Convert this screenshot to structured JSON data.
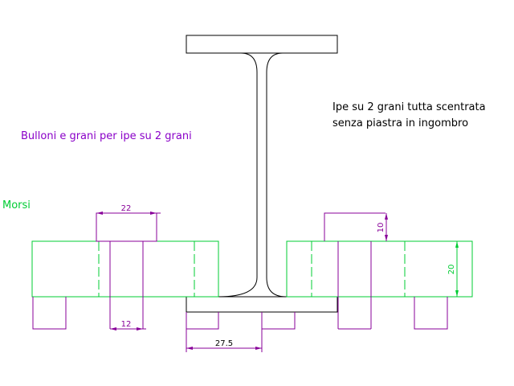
{
  "notes": {
    "title_left": "Bulloni e grani per ipe su 2 grani",
    "morsi_label": "Morsi",
    "description_line1": "Ipe su 2 grani tutta scentrata",
    "description_line2": "senza piastra in ingombro"
  },
  "dimensions": {
    "width_22": "22",
    "width_12": "12",
    "offset_27_5": "27.5",
    "height_10": "10",
    "height_20": "20"
  },
  "colors": {
    "outline": "#000000",
    "clamp": "#00cc33",
    "dimension": "#880099",
    "text_purple": "#8a00c8",
    "text_green": "#00cc33",
    "text_black": "#000000"
  }
}
